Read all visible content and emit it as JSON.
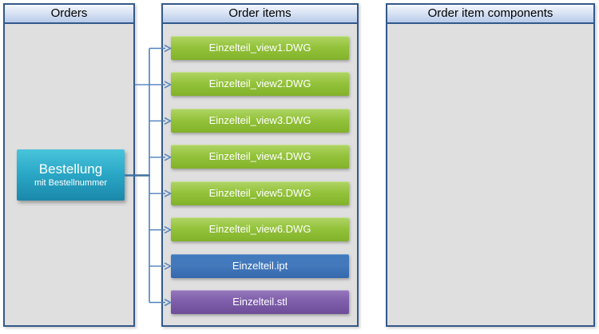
{
  "panels": [
    {
      "title": "Orders"
    },
    {
      "title": "Order items"
    },
    {
      "title": "Order item components"
    }
  ],
  "order_node": {
    "title": "Bestellung",
    "subtitle": "mit Bestellnummer"
  },
  "items": [
    {
      "label": "Einzelteil_view1.DWG",
      "type": "green"
    },
    {
      "label": "Einzelteil_view2.DWG",
      "type": "green"
    },
    {
      "label": "Einzelteil_view3.DWG",
      "type": "green"
    },
    {
      "label": "Einzelteil_view4.DWG",
      "type": "green"
    },
    {
      "label": "Einzelteil_view5.DWG",
      "type": "green"
    },
    {
      "label": "Einzelteil_view6.DWG",
      "type": "green"
    },
    {
      "label": "Einzelteil.ipt",
      "type": "blue"
    },
    {
      "label": "Einzelteil.stl",
      "type": "purple"
    }
  ],
  "colors": {
    "green": "#8fbe37",
    "blue": "#4479bc",
    "purple": "#7b5aa6",
    "teal": "#2aa7c6",
    "connector": "#4f81bd",
    "connector_dark": "#41729f",
    "arrowhead": "#5b87bd",
    "panel_border": "#33588a",
    "panel_fill": "#dfdfdf"
  }
}
